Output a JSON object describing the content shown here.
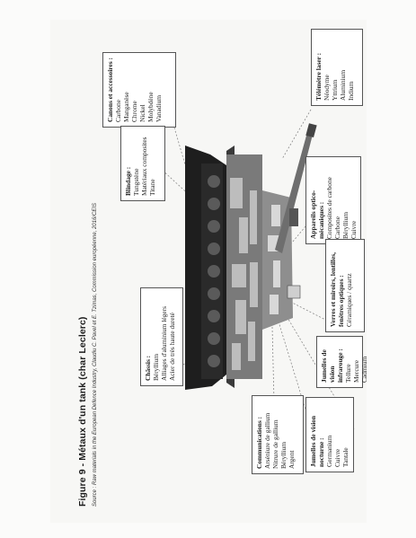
{
  "figure": {
    "title": "Figure 9 - Métaux d'un tank (char Leclerc)",
    "source": "Source : Raw materials in the European Defence Industry, Claudiu C. Pavel et E. Tzimas, Commission européenne, 2016/CEIS"
  },
  "callouts": {
    "canons": {
      "title": "Canons et accessoires :",
      "items": [
        "Carbone",
        "Manganèse",
        "Chrome",
        "Nickel",
        "Molybdène",
        "Vanadium"
      ]
    },
    "blindage": {
      "title": "Blindage :",
      "items": [
        "Tungstène",
        "Matériaux composites",
        "Titane"
      ]
    },
    "telemetre": {
      "title": "Télémètre laser :",
      "items": [
        "Néodyme",
        "Yttrium",
        "Aluminium",
        "Indium"
      ]
    },
    "appareils": {
      "title": "Appareils optico-mécaniques :",
      "items": [
        "Composites de carbone",
        "Carbone",
        "Béryllium",
        "Cuivre"
      ]
    },
    "verres": {
      "title": "Verres et miroirs, lentilles, fenêtres optiques :",
      "items": [
        "Céramiques / quartz"
      ]
    },
    "chassis": {
      "title": "Châssis :",
      "items": [
        "Béryllium",
        "Alliages d'aluminium légers",
        "Acier de très haute dureté"
      ]
    },
    "communications": {
      "title": "Communications :",
      "items": [
        "Arséniure de gallium",
        "Nitrure de gallium",
        "Béryllium",
        "Argent"
      ]
    },
    "jumelles_nocturne": {
      "title": "Jumelles de vision nocturne :",
      "items": [
        "Germanium",
        "Cuivre",
        "Tantale"
      ]
    },
    "jumelles_imagerie": {
      "title": "Jumelles de vision infrarouge :",
      "items": [
        "Tellure",
        "Mercure",
        "Cadmium"
      ]
    }
  },
  "colors": {
    "box_border": "#555555",
    "tank_dark": "#1e1e1e",
    "tank_mid": "#6e6e6e",
    "tank_light": "#cfcfcf"
  }
}
